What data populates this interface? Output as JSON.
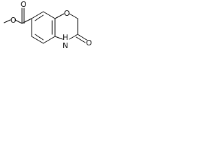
{
  "molecule": {
    "atoms": {
      "ester_carbonyl_O": "O",
      "ester_single_O": "O",
      "ring_O": "O",
      "lactam_O": "O",
      "nh": "H",
      "nn": "N"
    },
    "colors": {
      "ink": "#000000",
      "background": "#ffffff"
    }
  }
}
